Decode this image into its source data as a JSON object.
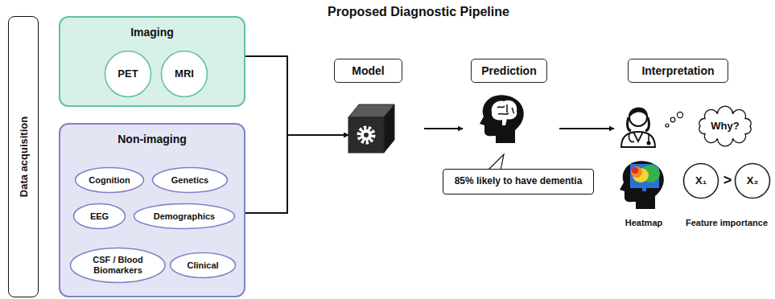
{
  "diagram": {
    "title": "Proposed Diagnostic Pipeline",
    "nodes": [
      {
        "text": [
          "Data acquisition"
        ]
      },
      {
        "text": [
          "Imaging"
        ]
      },
      {
        "text": [
          "PET"
        ],
        "in": 1
      },
      {
        "text": [
          "MRI"
        ],
        "in": 1
      },
      {
        "text": [
          "Non-imaging"
        ]
      },
      {
        "text": [
          "Cognition"
        ],
        "in": 4
      },
      {
        "text": [
          "Genetics"
        ],
        "in": 4
      },
      {
        "text": [
          "EEG"
        ],
        "in": 4
      },
      {
        "text": [
          "Demographics"
        ],
        "in": 4
      },
      {
        "text": [
          "CSF / Blood Biomarkers"
        ],
        "in": 4
      },
      {
        "text": [
          "Clinical"
        ],
        "in": 4
      },
      {
        "text": [
          "Model"
        ]
      },
      {
        "text": [
          "Prediction"
        ]
      },
      {
        "text": [
          "85% likely to have dementia"
        ]
      },
      {
        "text": [
          "Interpretation"
        ]
      },
      {
        "text": [
          "Why?"
        ]
      },
      {
        "text": [
          "X₁"
        ]
      },
      {
        "text": [
          "X₂"
        ]
      }
    ],
    "edges": [
      {
        "from": 1,
        "to": 11,
        "arrow": "to"
      },
      {
        "from": 4,
        "to": 11,
        "arrow": "to"
      },
      {
        "from": 11,
        "to": 12,
        "arrow": "to"
      },
      {
        "from": 12,
        "to": 14,
        "arrow": "to"
      }
    ],
    "labels": [
      ">",
      "Heatmap",
      "Feature importance"
    ]
  }
}
